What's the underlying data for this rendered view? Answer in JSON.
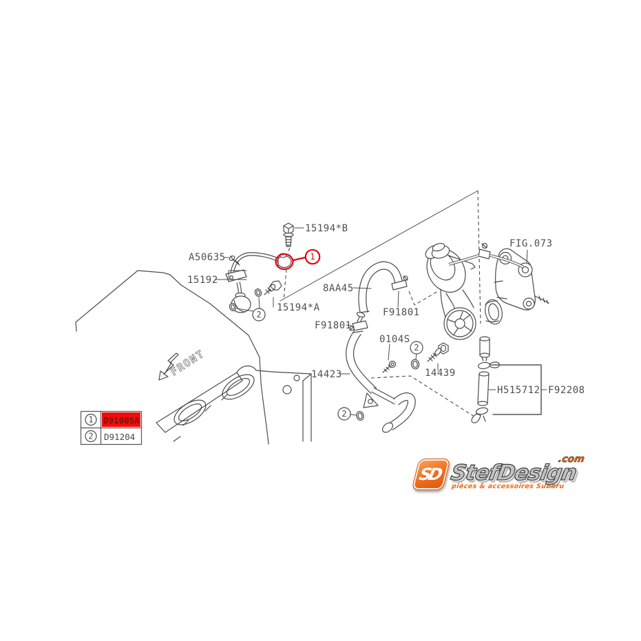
{
  "diagram": {
    "line_color": "#4a4a4a",
    "highlight_color": "#e8000d",
    "labels": {
      "bolt_b": "15194*B",
      "screw": "A50635",
      "oil_pipe": "15192",
      "hose_8aa45": "8AA45",
      "clamp_upper": "F91801",
      "clamp_lower": "F91801",
      "washer_0104s": "0104S",
      "union_bolt": "14439",
      "water_pipe": "14423",
      "fig": "FIG.073",
      "drain_pipe": "H515712",
      "drain_hose": "F92208",
      "bolt_a": "15194*A",
      "front": "FRONT"
    },
    "callouts": {
      "one": "1",
      "two": "2"
    },
    "legend": {
      "rows": [
        {
          "num": "1",
          "part": "D91005A",
          "highlighted": true
        },
        {
          "num": "2",
          "part": "D91204",
          "highlighted": false
        }
      ],
      "highlight_bg": "#f20c0c"
    }
  },
  "logo": {
    "monogram": "SD",
    "brand": "StefDesign",
    "tld": ".com",
    "tagline": "pièces & accessoires Subaru"
  }
}
